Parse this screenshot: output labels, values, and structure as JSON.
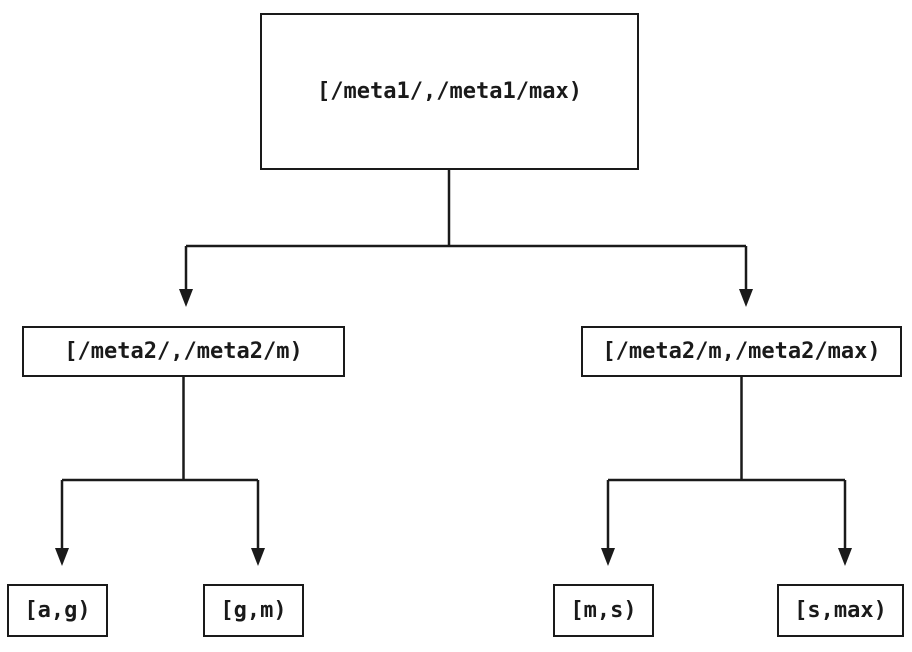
{
  "diagram": {
    "type": "tree",
    "description": "Two-level binary partition tree of key ranges",
    "nodes": {
      "root": {
        "label": "[/meta1/,/meta1/max)"
      },
      "left": {
        "label": "[/meta2/,/meta2/m)"
      },
      "right": {
        "label": "[/meta2/m,/meta2/max)"
      },
      "left_left": {
        "label": "[a,g)"
      },
      "left_right": {
        "label": "[g,m)"
      },
      "right_left": {
        "label": "[m,s)"
      },
      "right_right": {
        "label": "[s,max)"
      }
    },
    "edges": [
      {
        "from": "root",
        "to": "left"
      },
      {
        "from": "root",
        "to": "right"
      },
      {
        "from": "left",
        "to": "left_left"
      },
      {
        "from": "left",
        "to": "left_right"
      },
      {
        "from": "right",
        "to": "right_left"
      },
      {
        "from": "right",
        "to": "right_right"
      }
    ],
    "colors": {
      "line": "#1a1a1a",
      "box_fill": "#ffffff",
      "text": "#1a1a1a",
      "background": "#ffffff"
    }
  }
}
